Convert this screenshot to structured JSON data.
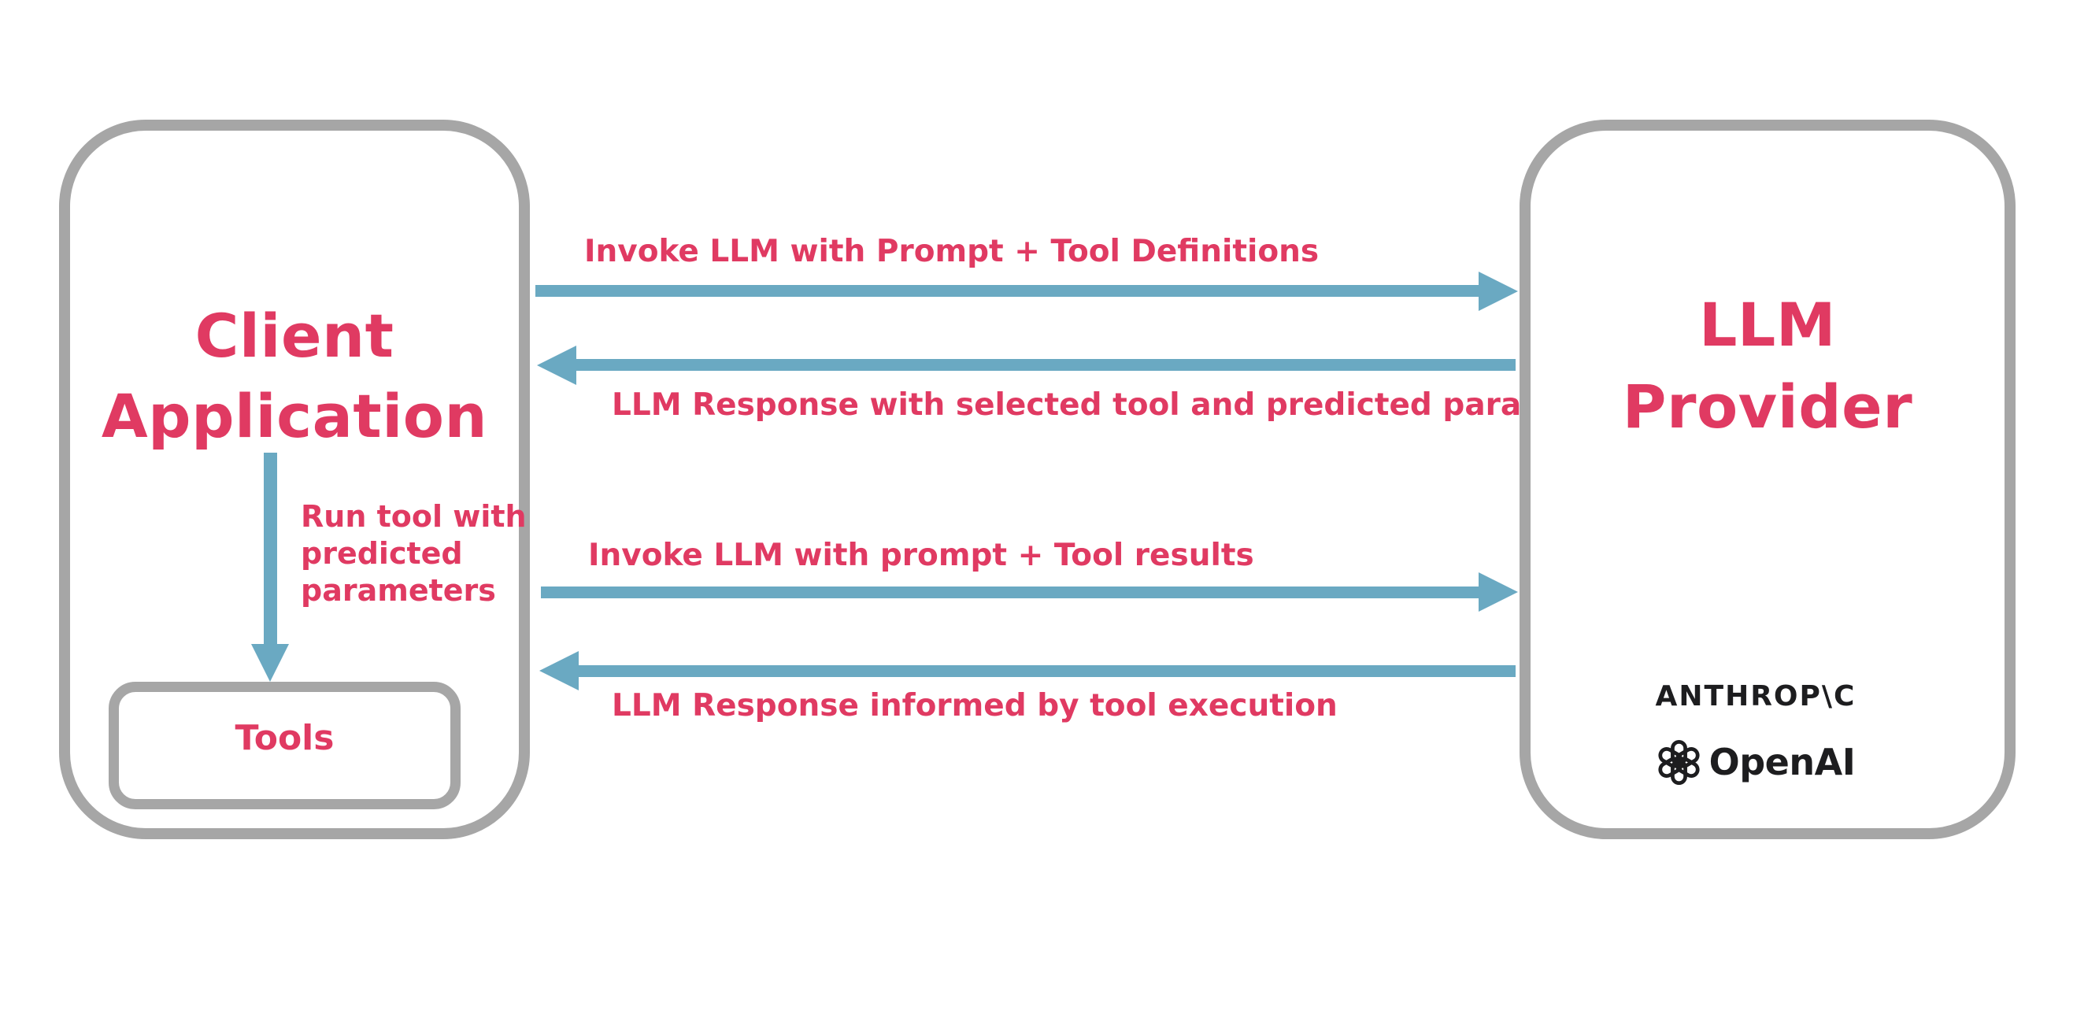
{
  "diagram": {
    "client_box": {
      "title_line1": "Client",
      "title_line2": "Application",
      "run_tool_lines": [
        "Run tool with",
        "predicted",
        "parameters"
      ],
      "tools_label": "Tools"
    },
    "llm_box": {
      "title_line1": "LLM",
      "title_line2": "Provider",
      "anthropic_wordmark": "ANTHROP\\C",
      "openai_wordmark": "OpenAI"
    },
    "arrows": [
      {
        "direction": "right",
        "label": "Invoke LLM with Prompt + Tool Definitions"
      },
      {
        "direction": "left",
        "label": "LLM Response with selected tool and predicted parameters"
      },
      {
        "direction": "right",
        "label": "Invoke LLM with prompt + Tool results"
      },
      {
        "direction": "left",
        "label": "LLM Response informed by tool execution"
      }
    ],
    "colors": {
      "accent_pink": "#e03a62",
      "arrow_blue": "#6aa9c2",
      "border_gray": "#a6a6a6",
      "logo_black": "#1d1d1f"
    }
  }
}
